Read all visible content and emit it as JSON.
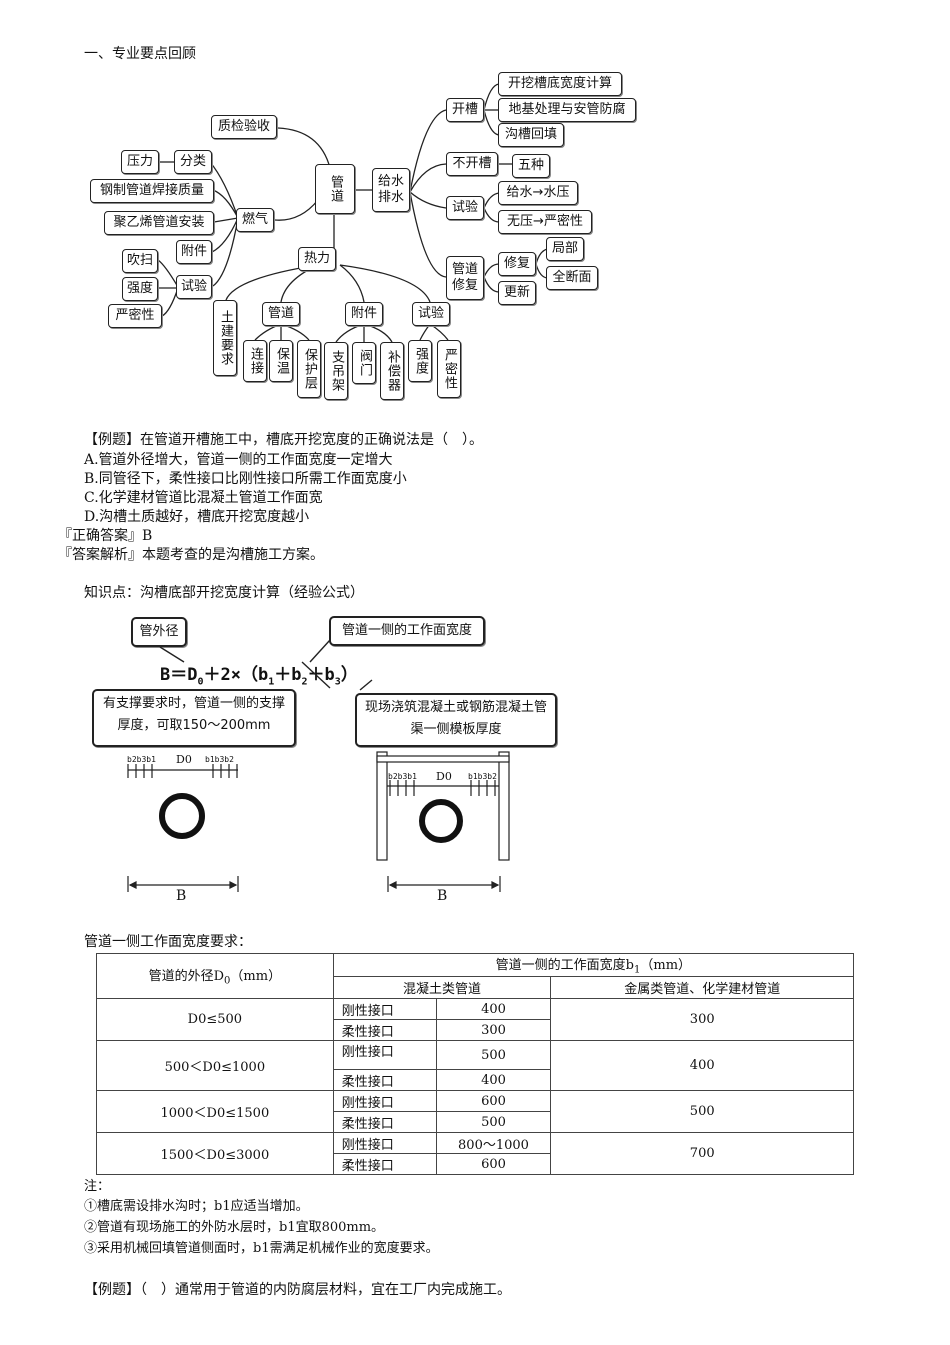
{
  "section_title": "一、专业要点回顾",
  "mindmap": {
    "center": "管道",
    "gas": "燃气",
    "heat": "热力",
    "water": "给水\n排水",
    "qc": "质检验收",
    "pressure": "压力",
    "classify": "分类",
    "steel_weld": "钢制管道焊接质量",
    "pe_install": "聚乙烯管道安装",
    "fittings_gas": "附件",
    "test_gas": "试验",
    "blow": "吹扫",
    "strength_gas": "强度",
    "tight_gas": "严密性",
    "trench": "开槽",
    "trench_width": "开挖槽底宽度计算",
    "foundation": "地基处理与安管防腐",
    "backfill": "沟槽回填",
    "no_trench": "不开槽",
    "five_types": "五种",
    "test_water": "试验",
    "water_pressure": "给水→水压",
    "no_pressure": "无压→严密性",
    "repair": "管道\n修复",
    "fix": "修复",
    "local": "局部",
    "full_section": "全断面",
    "renew": "更新",
    "civil_req": "土建要求",
    "pipe_heat": "管道",
    "fittings_heat": "附件",
    "test_heat": "试验",
    "connect": "连接",
    "insulate": "保温",
    "protect_layer": "保护层",
    "support": "支吊架",
    "valve": "阀门",
    "compensator": "补偿器",
    "strength_heat": "强度",
    "tight_heat": "严密性"
  },
  "example1": {
    "question": "【例题】在管道开槽施工中，槽底开挖宽度的正确说法是（　）。",
    "options": [
      "A.管道外径增大，管道一侧的工作面宽度一定增大",
      "B.同管径下，柔性接口比刚性接口所需工作面宽度小",
      "C.化学建材管道比混凝土管道工作面宽",
      "D.沟槽土质越好，槽底开挖宽度越小"
    ],
    "answer": "『正确答案』B",
    "analysis": "『答案解析』本题考查的是沟槽施工方案。"
  },
  "knowledge": {
    "title": "知识点：沟槽底部开挖宽度计算（经验公式）",
    "callout_d0": "管外径",
    "callout_b1": "管道一侧的工作面宽度",
    "callout_b2": "有支撑要求时，管道一侧的支撑厚度，可取150～200mm",
    "callout_b3": "现场浇筑混凝土或钢筋混凝土管渠一侧模板厚度",
    "formula_a": "B＝D",
    "formula_b": "＋2×（b",
    "formula_c": "＋b",
    "formula_d": "＋b",
    "formula_e": "）",
    "sub_0": "0",
    "sub_1": "1",
    "sub_2": "2",
    "sub_3": "3",
    "diagram_labels": {
      "left_ticks_l": "b2b3b1",
      "left_d0": "D0",
      "left_ticks_r": "b1b3b2",
      "right_ticks_l": "b2b3b1",
      "right_d0": "D0",
      "right_ticks_r": "b1b3b2",
      "width_left": "B",
      "width_right": "B"
    }
  },
  "table": {
    "intro": "管道一侧工作面宽度要求：",
    "h_outer": "管道的外径D",
    "h_outer_unit": "（mm）",
    "h_width": "管道一侧的工作面宽度b",
    "h_width_unit": "（mm）",
    "h_concrete": "混凝土类管道",
    "h_metal": "金属类管道、化学建材管道",
    "rows": [
      {
        "range": "D0≤500",
        "rigid": "刚性接口",
        "rigid_v": "400",
        "flex": "柔性接口",
        "flex_v": "300",
        "metal": "300"
      },
      {
        "range": "500＜D0≤1000",
        "rigid": "刚性接口",
        "rigid_v": "500",
        "flex": "柔性接口",
        "flex_v": "400",
        "metal": "400"
      },
      {
        "range": "1000＜D0≤1500",
        "rigid": "刚性接口",
        "rigid_v": "600",
        "flex": "柔性接口",
        "flex_v": "500",
        "metal": "500"
      },
      {
        "range": "1500＜D0≤3000",
        "rigid": "刚性接口",
        "rigid_v": "800～1000",
        "flex": "柔性接口",
        "flex_v": "600",
        "metal": "700"
      }
    ]
  },
  "notes": {
    "label": "注：",
    "n1": "①槽底需设排水沟时；b1应适当增加。",
    "n2": "②管道有现场施工的外防水层时，b1宜取800mm。",
    "n3": "③采用机械回填管道侧面时，b1需满足机械作业的宽度要求。"
  },
  "example2": "【例题】（　）通常用于管道的内防腐层材料，宜在工厂内完成施工。"
}
